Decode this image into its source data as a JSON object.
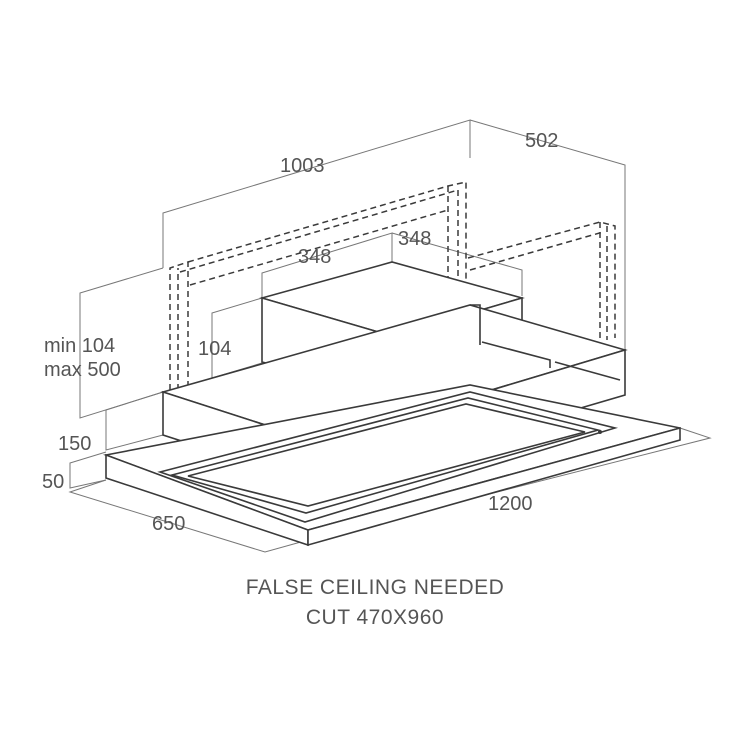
{
  "diagram": {
    "dimensions": {
      "top_length": "1003",
      "top_depth": "502",
      "motor_width": "348",
      "motor_depth": "348",
      "motor_height": "104",
      "height_min": "min 104",
      "height_max": "max 500",
      "body_height": "150",
      "frame_height": "50",
      "base_depth": "650",
      "base_length": "1200"
    },
    "note": {
      "line1": "FALSE CEILING NEEDED",
      "line2": "CUT 470X960"
    }
  }
}
